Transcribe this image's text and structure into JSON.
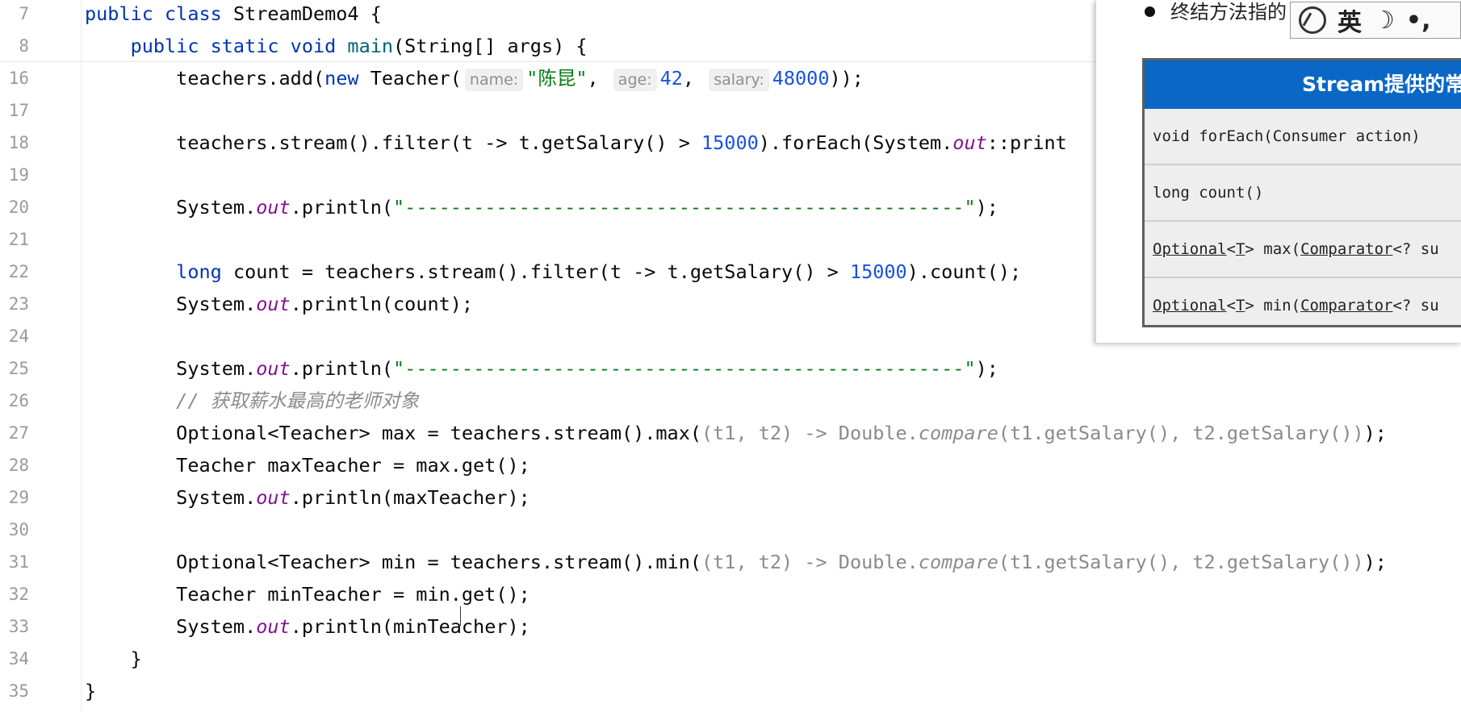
{
  "editor": {
    "lines": [
      {
        "n": "7",
        "tokens": [
          {
            "t": "public class ",
            "c": "kw"
          },
          {
            "t": "StreamDemo4 {",
            "c": ""
          }
        ]
      },
      {
        "n": "8",
        "tokens": [
          {
            "t": "    public static void ",
            "c": "kw"
          },
          {
            "t": "main",
            "c": "fn"
          },
          {
            "t": "(String[] args) {",
            "c": ""
          }
        ]
      },
      {
        "n": "16",
        "tokens": [
          {
            "t": "        teachers.add(",
            "c": ""
          },
          {
            "t": "new ",
            "c": "kw"
          },
          {
            "t": "Teacher(",
            "c": ""
          },
          {
            "t": "name:",
            "c": "hint"
          },
          {
            "t": "\"陈昆\"",
            "c": "str"
          },
          {
            "t": ", ",
            "c": ""
          },
          {
            "t": "age:",
            "c": "hint"
          },
          {
            "t": "42",
            "c": "num"
          },
          {
            "t": ", ",
            "c": ""
          },
          {
            "t": "salary:",
            "c": "hint"
          },
          {
            "t": "48000",
            "c": "num"
          },
          {
            "t": "));",
            "c": ""
          }
        ]
      },
      {
        "n": "17",
        "tokens": []
      },
      {
        "n": "18",
        "tokens": [
          {
            "t": "        teachers.stream().filter(t -> t.getSalary() > ",
            "c": ""
          },
          {
            "t": "15000",
            "c": "num"
          },
          {
            "t": ").forEach(System.",
            "c": ""
          },
          {
            "t": "out",
            "c": "fld"
          },
          {
            "t": "::print",
            "c": ""
          }
        ]
      },
      {
        "n": "19",
        "tokens": []
      },
      {
        "n": "20",
        "tokens": [
          {
            "t": "        System.",
            "c": ""
          },
          {
            "t": "out",
            "c": "fld"
          },
          {
            "t": ".println(",
            "c": ""
          },
          {
            "t": "\"-------------------------------------------------\"",
            "c": "str"
          },
          {
            "t": ");",
            "c": ""
          }
        ]
      },
      {
        "n": "21",
        "tokens": []
      },
      {
        "n": "22",
        "tokens": [
          {
            "t": "        ",
            "c": ""
          },
          {
            "t": "long ",
            "c": "kw"
          },
          {
            "t": "count = teachers.stream().filter(t -> t.getSalary() > ",
            "c": ""
          },
          {
            "t": "15000",
            "c": "num"
          },
          {
            "t": ").count();",
            "c": ""
          }
        ]
      },
      {
        "n": "23",
        "tokens": [
          {
            "t": "        System.",
            "c": ""
          },
          {
            "t": "out",
            "c": "fld"
          },
          {
            "t": ".println(count);",
            "c": ""
          }
        ]
      },
      {
        "n": "24",
        "tokens": []
      },
      {
        "n": "25",
        "tokens": [
          {
            "t": "        System.",
            "c": ""
          },
          {
            "t": "out",
            "c": "fld"
          },
          {
            "t": ".println(",
            "c": ""
          },
          {
            "t": "\"-------------------------------------------------\"",
            "c": "str"
          },
          {
            "t": ");",
            "c": ""
          }
        ]
      },
      {
        "n": "26",
        "tokens": [
          {
            "t": "        // 获取薪水最高的老师对象",
            "c": "cmt"
          }
        ]
      },
      {
        "n": "27",
        "tokens": [
          {
            "t": "        Optional<Teacher> max = teachers.stream().max(",
            "c": ""
          },
          {
            "t": "(t1, t2) -> Double.",
            "c": "lam"
          },
          {
            "t": "compare",
            "c": "cmt"
          },
          {
            "t": "(t1.getSalary(), t2.getSalary())",
            "c": "lam"
          },
          {
            "t": ");",
            "c": ""
          }
        ]
      },
      {
        "n": "28",
        "tokens": [
          {
            "t": "        Teacher maxTeacher = max.get();",
            "c": ""
          }
        ]
      },
      {
        "n": "29",
        "tokens": [
          {
            "t": "        System.",
            "c": ""
          },
          {
            "t": "out",
            "c": "fld"
          },
          {
            "t": ".println(maxTeacher);",
            "c": ""
          }
        ]
      },
      {
        "n": "30",
        "tokens": []
      },
      {
        "n": "31",
        "tokens": [
          {
            "t": "        Optional<Teacher> min = teachers.stream().min(",
            "c": ""
          },
          {
            "t": "(t1, t2) -> Double.",
            "c": "lam"
          },
          {
            "t": "compare",
            "c": "cmt"
          },
          {
            "t": "(t1.getSalary(), t2.getSalary())",
            "c": "lam"
          },
          {
            "t": ");",
            "c": ""
          }
        ]
      },
      {
        "n": "32",
        "tokens": [
          {
            "t": "        Teacher minTeacher = min.get();",
            "c": ""
          }
        ]
      },
      {
        "n": "33",
        "tokens": [
          {
            "t": "        System.",
            "c": ""
          },
          {
            "t": "out",
            "c": "fld"
          },
          {
            "t": ".println(minTeacher);",
            "c": ""
          }
        ]
      },
      {
        "n": "34",
        "tokens": [
          {
            "t": "    }",
            "c": ""
          }
        ]
      },
      {
        "n": "35",
        "tokens": [
          {
            "t": "}",
            "c": ""
          }
        ]
      }
    ]
  },
  "overlay": {
    "bullet_text": "终结方法指的",
    "ime_mode": "英",
    "ime_moon": "☽",
    "ime_punct": "•,",
    "table_header": "Stream提供的常",
    "rows": [
      [
        {
          "t": "void forEach(Consumer action)",
          "u": false
        }
      ],
      [
        {
          "t": "long count()",
          "u": false
        }
      ],
      [
        {
          "t": "Optional",
          "u": true
        },
        {
          "t": "<",
          "u": false
        },
        {
          "t": "T",
          "u": true
        },
        {
          "t": "> max(",
          "u": false
        },
        {
          "t": "Comparator",
          "u": true
        },
        {
          "t": "<? su",
          "u": false
        }
      ],
      [
        {
          "t": "Optional",
          "u": true
        },
        {
          "t": "<",
          "u": false
        },
        {
          "t": "T",
          "u": true
        },
        {
          "t": "> min(",
          "u": false
        },
        {
          "t": "Comparator",
          "u": true
        },
        {
          "t": "<? su",
          "u": false
        }
      ]
    ]
  }
}
